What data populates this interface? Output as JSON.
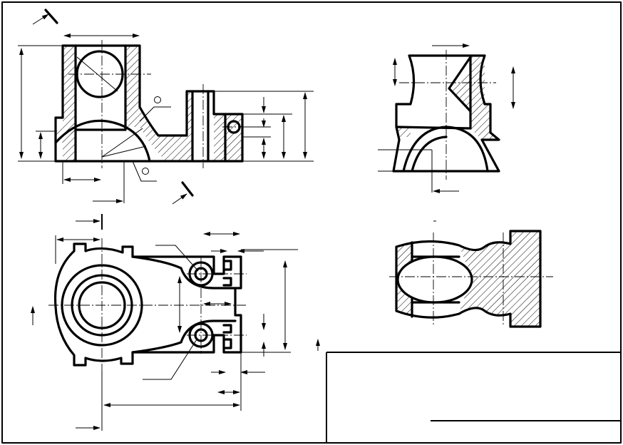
{
  "drawing": {
    "title": "",
    "views": [
      "front-section",
      "side-section",
      "top-view",
      "section-view"
    ]
  },
  "colors": {
    "ink": "#000000",
    "paper": "#ffffff"
  },
  "title_block": {
    "text": ""
  }
}
